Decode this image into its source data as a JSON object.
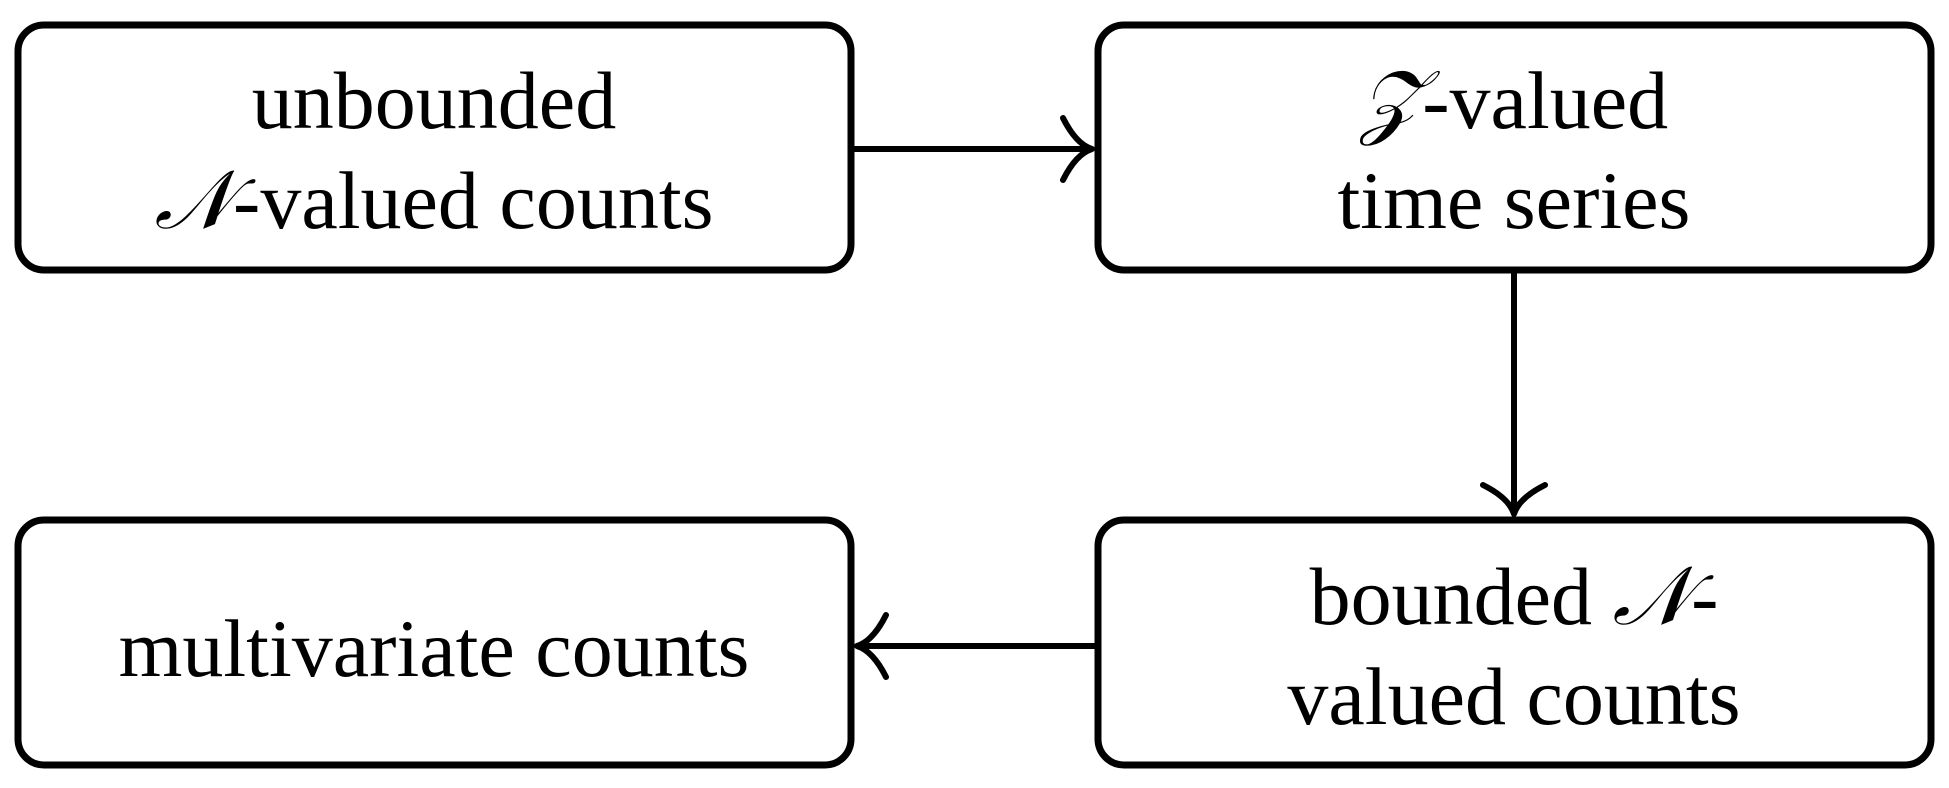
{
  "diagram": {
    "nodes": {
      "unbounded": {
        "line1": "unbounded",
        "line2_math": "𝒩",
        "line2_rest": "-valued counts"
      },
      "z_valued": {
        "line1_math": "𝒵",
        "line1_rest": "-valued",
        "line2": "time series"
      },
      "bounded": {
        "line1_text": "bounded ",
        "line1_math": "𝒩",
        "line1_dash": "-",
        "line2": "valued counts"
      },
      "multivariate": {
        "line1": "multivariate counts"
      }
    },
    "edges": [
      {
        "from": "unbounded",
        "to": "z_valued"
      },
      {
        "from": "z_valued",
        "to": "bounded"
      },
      {
        "from": "bounded",
        "to": "multivariate"
      }
    ]
  }
}
